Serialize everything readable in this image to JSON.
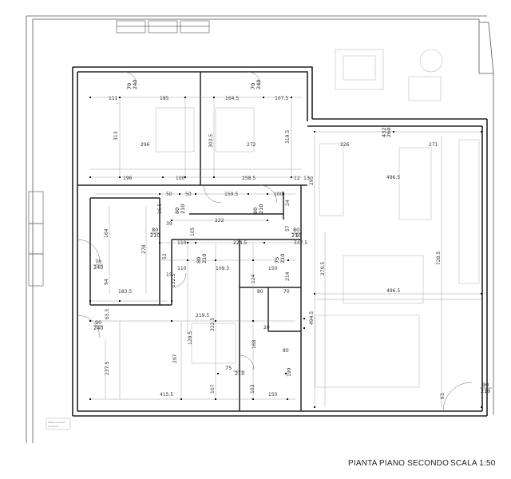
{
  "caption": {
    "title": "PIANTA PIANO SECONDO",
    "scale": "SCALA 1:50"
  },
  "stamp": {
    "line1": "Malta cemento",
    "line2": "struttura"
  },
  "dimensions": [
    "111",
    "185",
    "164.5",
    "107.5",
    "313",
    "296",
    "303.5",
    "272",
    "319.5",
    "196",
    "100",
    "258.5",
    "12",
    "50",
    "50",
    "159.5",
    "100",
    "222",
    "105",
    "164",
    "278",
    "110",
    "224.5",
    "110",
    "109.5",
    "150",
    "94",
    "183.5",
    "132.5",
    "124",
    "219.5",
    "129.5",
    "322.5",
    "297",
    "168",
    "80",
    "237.5",
    "415.5",
    "107",
    "103",
    "150",
    "199",
    "226",
    "271",
    "496.5",
    "295",
    "279.5",
    "496.5",
    "494.5",
    "728.5",
    "16.5",
    "24",
    "63",
    "39",
    "52",
    "57",
    "5",
    "65.5",
    "80",
    "70",
    "15",
    "20",
    "13",
    "347.5",
    "214"
  ],
  "doors": [
    {
      "w": "70",
      "h": "240"
    },
    {
      "w": "70",
      "h": "240"
    },
    {
      "w": "80",
      "h": "210"
    },
    {
      "w": "80",
      "h": "210"
    },
    {
      "w": "80",
      "h": "210"
    },
    {
      "w": "80",
      "h": "210"
    },
    {
      "w": "80",
      "h": "210"
    },
    {
      "w": "70",
      "h": "240"
    },
    {
      "w": "90",
      "h": "240"
    },
    {
      "w": "75",
      "h": "210"
    },
    {
      "w": "75",
      "h": "210"
    },
    {
      "w": "90",
      "h": "210"
    },
    {
      "w": "432",
      "h": "260"
    }
  ]
}
